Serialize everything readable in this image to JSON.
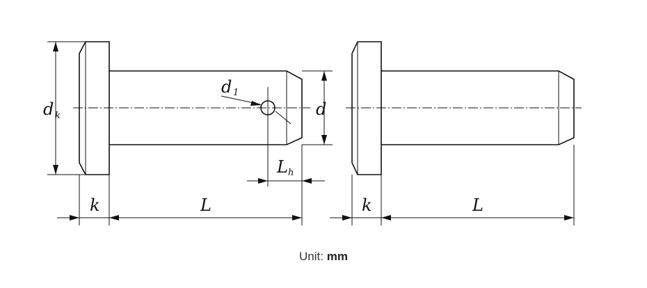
{
  "labels": {
    "dk": "d",
    "dk_sub": "k",
    "k": "k",
    "L": "L",
    "d": "d",
    "d1": "d",
    "d1_sub": "1",
    "Lh": "L",
    "Lh_sub": "h"
  },
  "caption": {
    "prefix": "Unit: ",
    "unit": "mm"
  }
}
